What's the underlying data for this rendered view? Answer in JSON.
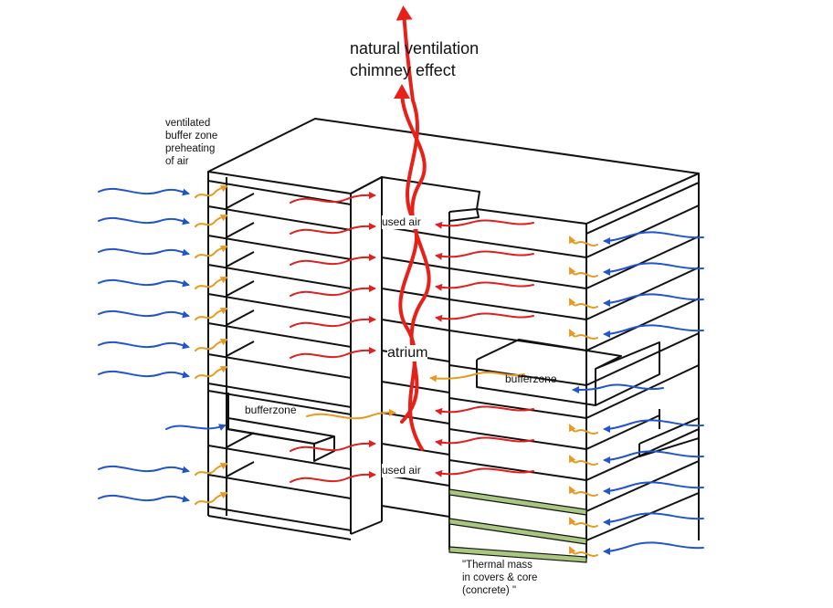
{
  "title": {
    "line1": "natural ventilation",
    "line2": "chimney effect"
  },
  "labels": {
    "buffer_zone_note": "ventilated\nbuffer zone\npreheating\nof air",
    "used_air_top": "used air",
    "used_air_bottom": "used air",
    "atrium": "atrium",
    "bufferzone_left": "bufferzone",
    "bufferzone_right": "bufferzone",
    "thermal_mass_note": "\"Thermal mass\nin covers & core\n(concrete) \""
  },
  "colors": {
    "outside_air": "#2255cc",
    "preheated_air": "#e89a1e",
    "used_air": "#e02020",
    "chimney": "#e8201a",
    "thermal_mass": "#a8c880",
    "outline": "#111111"
  }
}
